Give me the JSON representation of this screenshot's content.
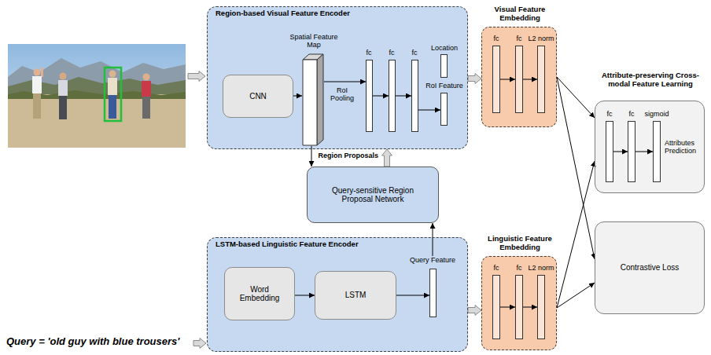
{
  "diagram": {
    "nodes": [
      {
        "text": [
          "Region-based Visual Feature Encoder"
        ]
      },
      {
        "text": [
          "CNN"
        ],
        "in": 0
      },
      {
        "text": [
          "Spatial Feature Map"
        ],
        "in": 0
      },
      {
        "text": [
          "fc"
        ],
        "in": 0
      },
      {
        "text": [
          "fc"
        ],
        "in": 0
      },
      {
        "text": [
          "fc"
        ],
        "in": 0
      },
      {
        "text": [
          "Location"
        ],
        "in": 0
      },
      {
        "text": [
          "RoI Feature"
        ],
        "in": 0
      },
      {
        "text": [
          "Visual Feature Embedding"
        ]
      },
      {
        "text": [
          "fc"
        ],
        "in": 8
      },
      {
        "text": [
          "fc"
        ],
        "in": 8
      },
      {
        "text": [
          "L2 norm"
        ],
        "in": 8
      },
      {
        "text": [
          "Attribute-preserving Cross-modal Feature Learning",
          "Attributes Prediction"
        ]
      },
      {
        "text": [
          "fc"
        ],
        "in": 12
      },
      {
        "text": [
          "fc"
        ],
        "in": 12
      },
      {
        "text": [
          "sigmoid"
        ],
        "in": 12
      },
      {
        "text": [
          "Contrastive Loss"
        ]
      },
      {
        "text": [
          "Query-sensitive Region Proposal Network"
        ]
      },
      {
        "text": [
          "LSTM-based Linguistic Feature Encoder"
        ]
      },
      {
        "text": [
          "Word Embedding"
        ],
        "in": 18
      },
      {
        "text": [
          "LSTM"
        ],
        "in": 18
      },
      {
        "text": [
          "Query Feature"
        ],
        "in": 18
      },
      {
        "text": [
          "Linguistic Feature Embedding"
        ]
      },
      {
        "text": [
          "fc"
        ],
        "in": 22
      },
      {
        "text": [
          "fc"
        ],
        "in": 22
      },
      {
        "text": [
          "L2 norm"
        ],
        "in": 22
      }
    ],
    "edges": [
      {
        "from": 1,
        "to": 2,
        "arrow": "to"
      },
      {
        "from": 2,
        "to": 3,
        "label": "RoI Pooling",
        "arrow": "to"
      },
      {
        "from": 3,
        "to": 4,
        "arrow": "to"
      },
      {
        "from": 4,
        "to": 5,
        "arrow": "to"
      },
      {
        "from": 5,
        "to": 7,
        "arrow": "to"
      },
      {
        "from": 0,
        "to": 8,
        "arrow": "to"
      },
      {
        "from": 9,
        "to": 10,
        "arrow": "to"
      },
      {
        "from": 10,
        "to": 11,
        "arrow": "to"
      },
      {
        "from": 8,
        "to": 12,
        "arrow": "to"
      },
      {
        "from": 8,
        "to": 16,
        "arrow": "to"
      },
      {
        "from": 13,
        "to": 14,
        "arrow": "to"
      },
      {
        "from": 14,
        "to": 15,
        "arrow": "to"
      },
      {
        "from": 2,
        "to": 17,
        "arrow": "to"
      },
      {
        "from": 17,
        "to": 0,
        "label": "Region Proposals",
        "arrow": "to"
      },
      {
        "from": 19,
        "to": 20,
        "arrow": "to"
      },
      {
        "from": 20,
        "to": 21,
        "arrow": "to"
      },
      {
        "from": 21,
        "to": 17,
        "arrow": "to"
      },
      {
        "from": 18,
        "to": 22,
        "arrow": "to"
      },
      {
        "from": 23,
        "to": 24,
        "arrow": "to"
      },
      {
        "from": 24,
        "to": 25,
        "arrow": "to"
      },
      {
        "from": 22,
        "to": 12,
        "arrow": "to"
      },
      {
        "from": 22,
        "to": 16,
        "arrow": "to"
      }
    ],
    "labels": [
      "Query = 'old guy with blue trousers'"
    ]
  }
}
